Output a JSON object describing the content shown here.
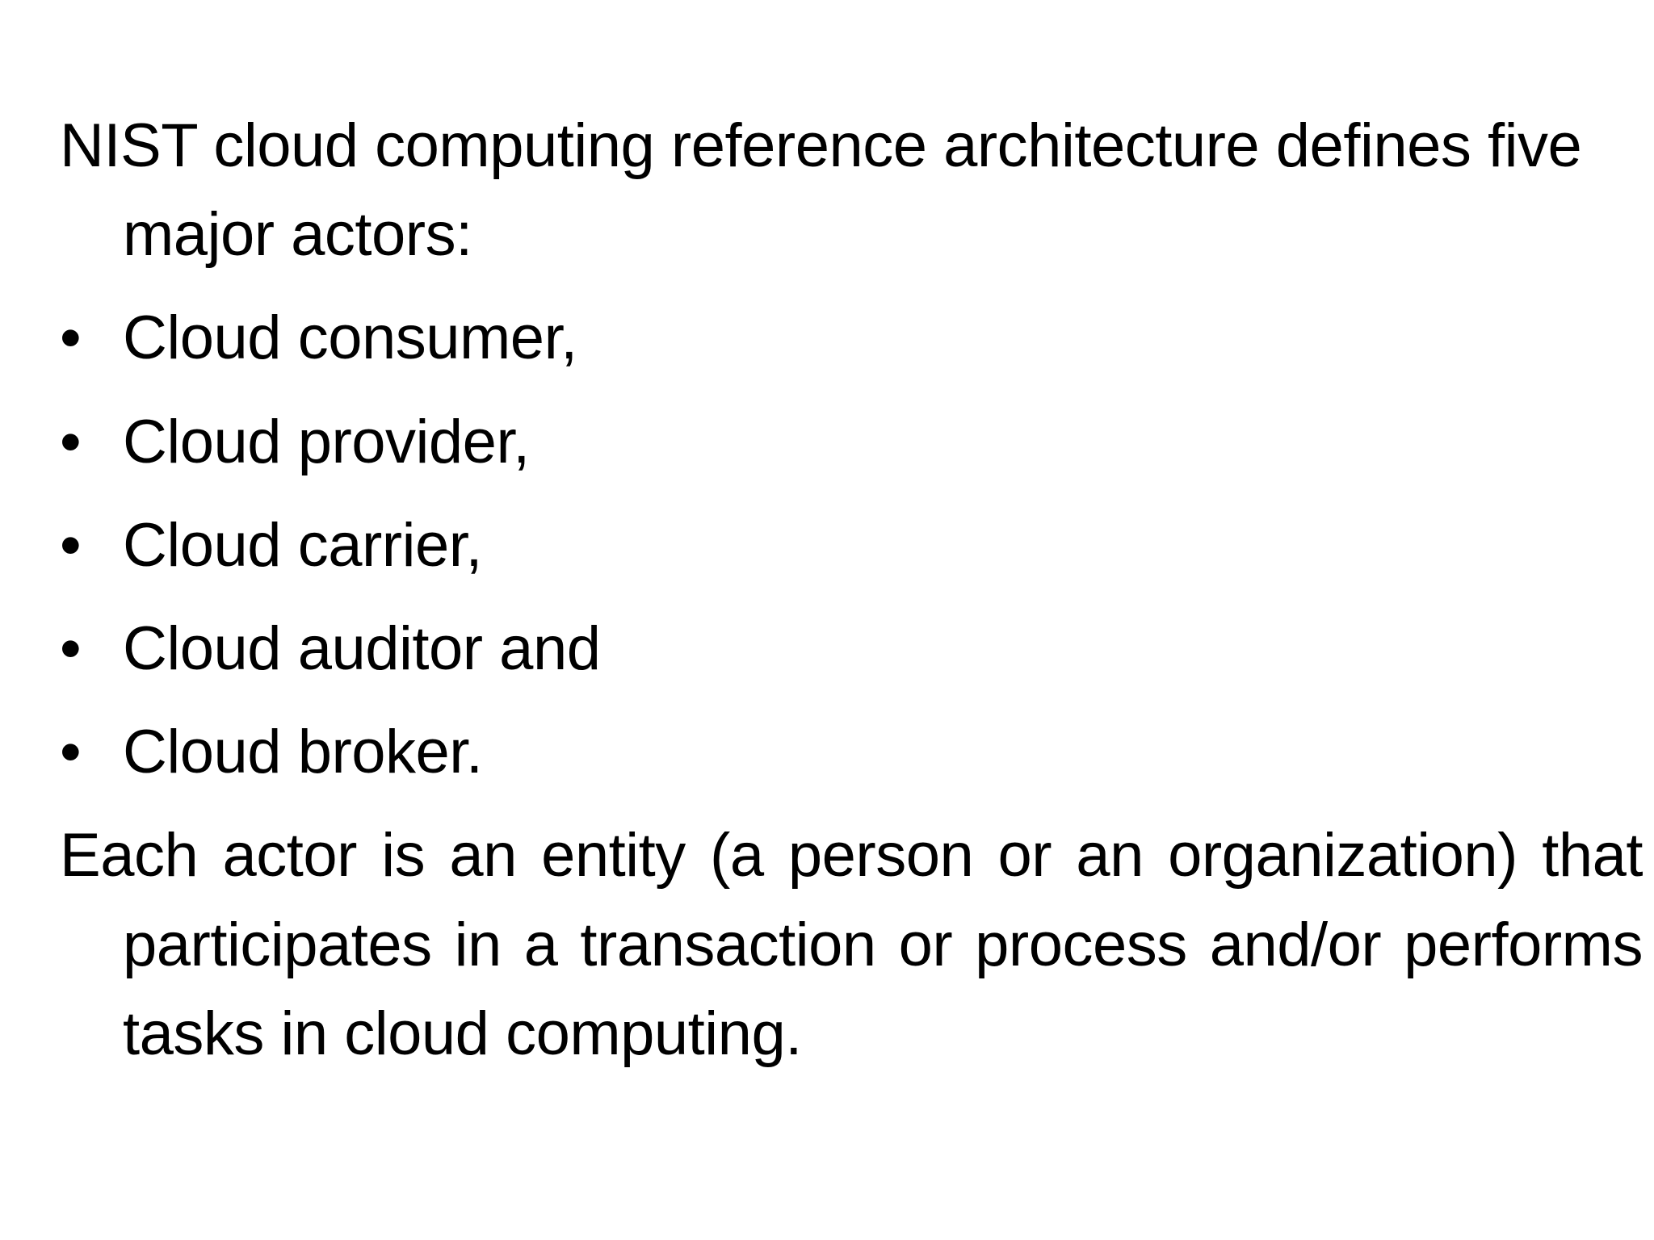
{
  "slide": {
    "intro": "NIST cloud computing reference architecture defines five major actors:",
    "bullet_glyph": "•",
    "bullets": [
      "Cloud consumer,",
      "Cloud provider,",
      "Cloud carrier,",
      "Cloud auditor and",
      "Cloud broker."
    ],
    "closing": "Each actor is an entity (a person or an organization) that participates in a transaction or process and/or performs tasks in cloud computing."
  }
}
